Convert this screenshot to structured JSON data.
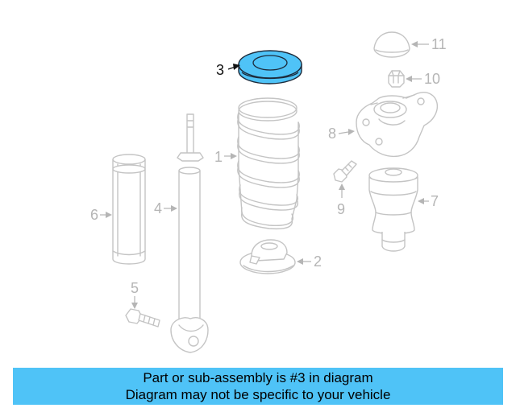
{
  "callouts": {
    "c1": "1",
    "c2": "2",
    "c3": "3",
    "c4": "4",
    "c5": "5",
    "c6": "6",
    "c7": "7",
    "c8": "8",
    "c9": "9",
    "c10": "10",
    "c11": "11"
  },
  "highlighted_part": "3",
  "colors": {
    "highlight": "#4fc3f7",
    "part_outline": "#c4c4c4",
    "callout_gray": "#b5b5b5",
    "banner": "#4fc3f7"
  },
  "banner": {
    "line1": "Part or sub-assembly is #3 in diagram",
    "line2": "Diagram may not be specific to your vehicle"
  }
}
